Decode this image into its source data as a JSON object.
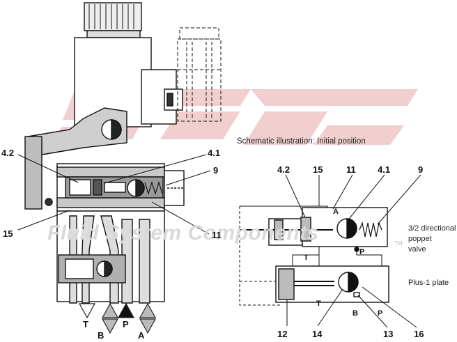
{
  "caption": "Schematic illustration: Initial position",
  "watermark": {
    "text": "Fluid System Components",
    "tm": "TM",
    "color": "#e6b3b3"
  },
  "left_labels": {
    "l42": "4.2",
    "l41": "4.1",
    "l9": "9",
    "l15": "15",
    "l11": "11"
  },
  "port_labels": {
    "T": "T",
    "B": "B",
    "P": "P",
    "A": "A"
  },
  "schematic": {
    "top_labels": {
      "l42": "4.2",
      "l15": "15",
      "l11": "11",
      "l41": "4.1",
      "l9": "9"
    },
    "port_A": "A",
    "port_P_upper": "P",
    "port_T_upper": "T",
    "port_T_lower": "T",
    "port_B_lower": "B",
    "port_P_lower": "P",
    "bottom_labels": {
      "l12": "12",
      "l14": "14",
      "l13": "13",
      "l16": "16"
    },
    "valve_desc": [
      "3/2 directional",
      "poppet",
      "valve"
    ],
    "plate_desc": "Plus-1 plate"
  }
}
